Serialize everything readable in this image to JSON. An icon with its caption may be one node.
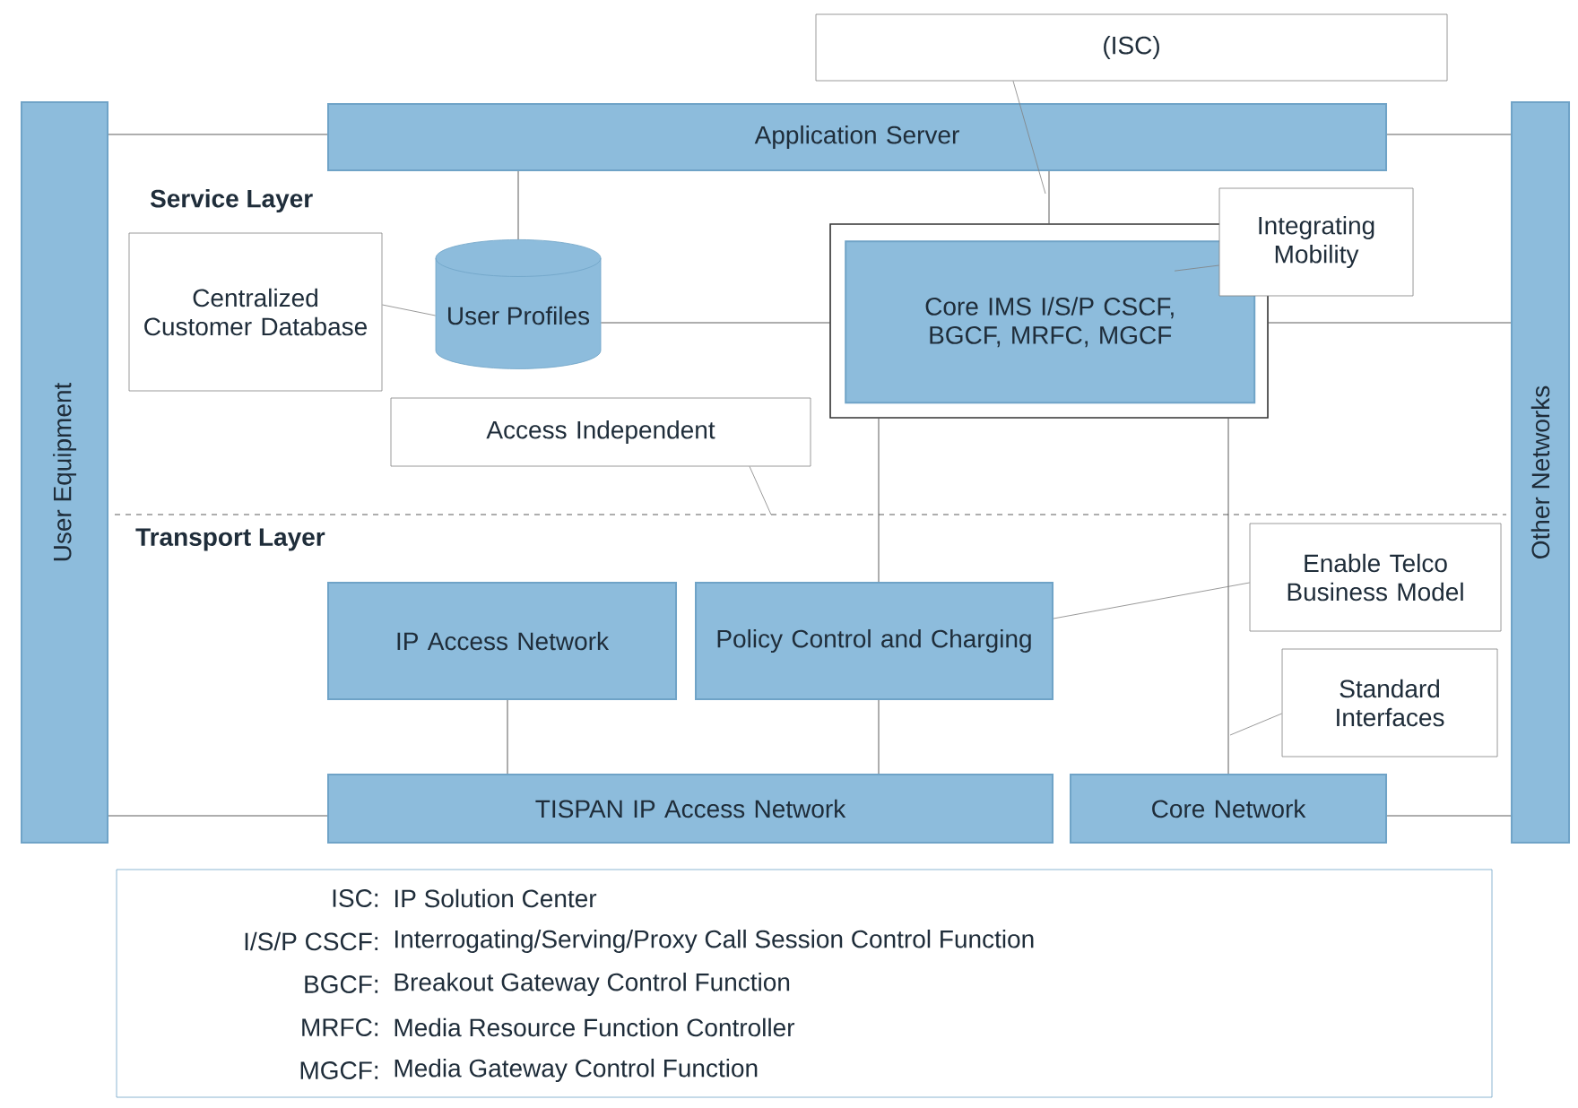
{
  "diagram": {
    "nodes": [
      {
        "text": [
          "User Equipment"
        ]
      },
      {
        "text": [
          "Other Networks"
        ]
      },
      {
        "text": [
          "Application Server"
        ]
      },
      {
        "text": [
          "(ISC)"
        ]
      },
      {
        "text": [
          "Centralized Customer Database"
        ]
      },
      {
        "text": [
          "User Profiles"
        ]
      },
      {
        "text": [],
        "shape": "box"
      },
      {
        "text": [
          "Core IMS I/S/P CSCF, BGCF, MRFC, MGCF"
        ],
        "in": 6
      },
      {
        "text": [
          "Integrating Mobility"
        ]
      },
      {
        "text": [
          "Access Independent"
        ]
      },
      {
        "text": [
          "IP Access Network"
        ]
      },
      {
        "text": [
          "Policy Control and Charging"
        ]
      },
      {
        "text": [
          "Enable Telco Business Model"
        ]
      },
      {
        "text": [
          "Standard Interfaces"
        ]
      },
      {
        "text": [
          "TISPAN IP Access Network"
        ]
      },
      {
        "text": [
          "Core Network"
        ]
      }
    ],
    "edges": [
      {
        "from": 0,
        "to": 2,
        "arrow": "none"
      },
      {
        "from": 2,
        "to": 1,
        "arrow": "none"
      },
      {
        "from": 2,
        "to": 5,
        "arrow": "none"
      },
      {
        "from": 2,
        "to": 6,
        "arrow": "none"
      },
      {
        "from": 5,
        "to": 6,
        "arrow": "none"
      },
      {
        "from": 6,
        "to": 1,
        "arrow": "none"
      },
      {
        "from": 6,
        "to": 11,
        "arrow": "none"
      },
      {
        "from": 6,
        "to": 15,
        "arrow": "none"
      },
      {
        "from": 10,
        "to": 14,
        "arrow": "none"
      },
      {
        "from": 11,
        "to": 14,
        "arrow": "none"
      },
      {
        "from": 0,
        "to": 14,
        "arrow": "none"
      },
      {
        "from": 15,
        "to": 1,
        "arrow": "none"
      },
      {
        "from": 3,
        "to": null,
        "arrow": "none"
      },
      {
        "from": 4,
        "to": 5,
        "arrow": "none"
      },
      {
        "from": 8,
        "to": 7,
        "arrow": "none"
      },
      {
        "from": 9,
        "to": null,
        "arrow": "none"
      },
      {
        "from": 12,
        "to": 11,
        "arrow": "none"
      },
      {
        "from": 13,
        "to": null,
        "arrow": "none"
      }
    ],
    "labels": [
      "Service Layer",
      "Transport Layer",
      "ISC:",
      "IP Solution Center",
      "I/S/P CSCF:",
      "Interrogating/Serving/Proxy Call Session Control Function",
      "BGCF:",
      "Breakout Gateway Control Function",
      "MRFC:",
      "Media Resource Function Controller",
      "MGCF:",
      "Media Gateway Control Function"
    ]
  }
}
